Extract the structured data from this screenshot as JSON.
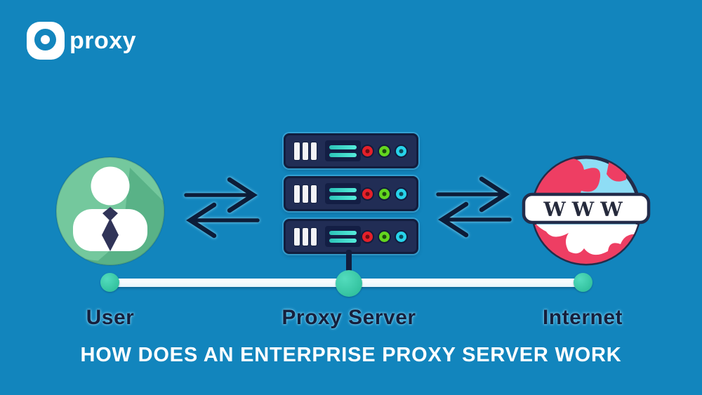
{
  "logo": {
    "icon": "9proxy-logo-icon",
    "text": "proxy"
  },
  "title": "HOW DOES AN ENTERPRISE PROXY SERVER WORK",
  "diagram": {
    "nodes": [
      {
        "id": "user",
        "label": "User"
      },
      {
        "id": "proxy_server",
        "label": "Proxy Server"
      },
      {
        "id": "internet",
        "label": "Internet"
      }
    ],
    "globe": {
      "banner_text": "WWW"
    },
    "servers": {
      "count": 3,
      "led_colors": [
        "red",
        "green",
        "cyan"
      ]
    },
    "flows": [
      {
        "from": "user",
        "to": "proxy_server",
        "bidirectional": true
      },
      {
        "from": "proxy_server",
        "to": "internet",
        "bidirectional": true
      }
    ]
  },
  "colors": {
    "background": "#1285bd",
    "server_body": "#212d55",
    "server_border": "#121d3d",
    "strip_teal": "#3fe0cf",
    "led_red": "#e62029",
    "led_green": "#63d61f",
    "led_cyan": "#27d3ea",
    "avatar_green": "#74c89d",
    "avatar_shadow": "#59b287",
    "tie_navy": "#303458",
    "globe_water": "#8eddf5",
    "globe_land": "#ee3e63",
    "timeline_dot": "#33c8a5",
    "timeline_bar": "#f8fdff",
    "label_text": "#161f3c",
    "title_text": "#ffffff",
    "arrow": "#0c1c38"
  }
}
